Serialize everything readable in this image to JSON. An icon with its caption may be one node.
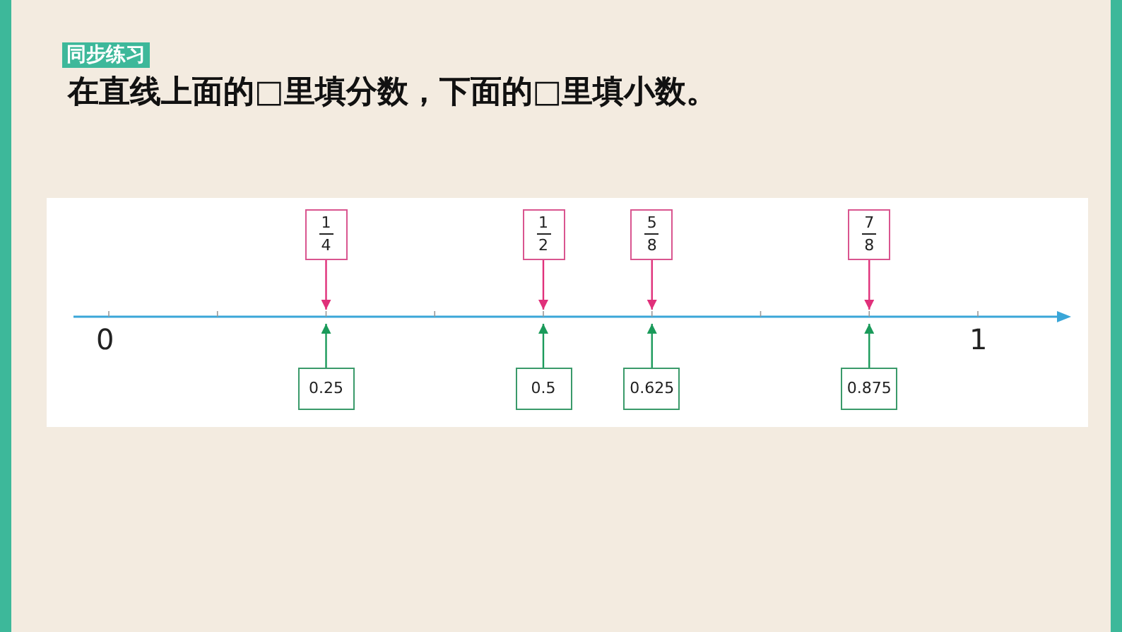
{
  "diagram": {
    "nodes": [
      {
        "text": [
          "1",
          "4"
        ]
      },
      {
        "text": [
          "1",
          "2"
        ]
      },
      {
        "text": [
          "5",
          "8"
        ]
      },
      {
        "text": [
          "7",
          "8"
        ]
      },
      {
        "text": [
          "0.25"
        ]
      },
      {
        "text": [
          "0.5"
        ]
      },
      {
        "text": [
          "0.625"
        ]
      },
      {
        "text": [
          "0.875"
        ]
      }
    ],
    "edges": [
      {
        "from": 0,
        "to": null,
        "arrow": "to",
        "color": "#e0307a"
      },
      {
        "from": 1,
        "to": null,
        "arrow": "to",
        "color": "#e0307a"
      },
      {
        "from": 2,
        "to": null,
        "arrow": "to",
        "color": "#e0307a"
      },
      {
        "from": 3,
        "to": null,
        "arrow": "to",
        "color": "#e0307a"
      },
      {
        "from": 4,
        "to": null,
        "arrow": "to",
        "color": "#1a9a5a"
      },
      {
        "from": 5,
        "to": null,
        "arrow": "to",
        "color": "#1a9a5a"
      },
      {
        "from": 6,
        "to": null,
        "arrow": "to",
        "color": "#1a9a5a"
      },
      {
        "from": 7,
        "to": null,
        "arrow": "to",
        "color": "#1a9a5a"
      }
    ],
    "labels": [
      "同步练习",
      "在直线上面的□里填分数，下面的□里填小数。",
      "0",
      "1"
    ]
  }
}
